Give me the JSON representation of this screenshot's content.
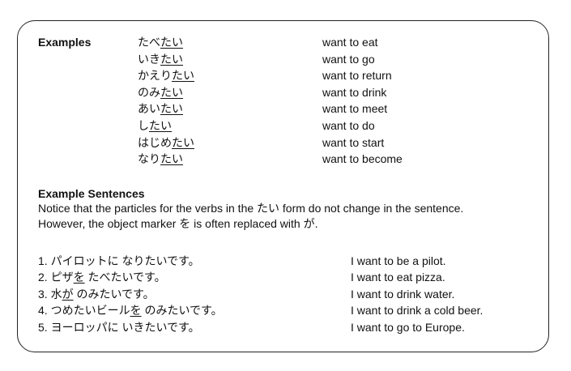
{
  "examples": {
    "heading": "Examples",
    "rows": [
      {
        "stem": "たべ",
        "suffix": "たい",
        "meaning": "want to eat"
      },
      {
        "stem": "いき",
        "suffix": "たい",
        "meaning": "want to go"
      },
      {
        "stem": "かえり",
        "suffix": "たい",
        "meaning": "want to return"
      },
      {
        "stem": "のみ",
        "suffix": "たい",
        "meaning": "want to drink"
      },
      {
        "stem": "あい",
        "suffix": "たい",
        "meaning": "want to meet"
      },
      {
        "stem": "し",
        "suffix": "たい",
        "meaning": "want to do"
      },
      {
        "stem": "はじめ",
        "suffix": "たい",
        "meaning": "want to start"
      },
      {
        "stem": "なり",
        "suffix": "たい",
        "meaning": "want to become"
      }
    ]
  },
  "sentences_section": {
    "heading": "Example Sentences",
    "note_line1": "Notice that the particles for the verbs in the たい form do not change in the sentence.",
    "note_line2": "However, the object marker を is often replaced with が.",
    "items": [
      {
        "pre": "1. パイロットに なりたいです。",
        "u": "",
        "post": "",
        "en": "I want to be a pilot."
      },
      {
        "pre": "2. ピザ",
        "u": "を",
        "post": " たべたいです。",
        "en": "I want to eat pizza."
      },
      {
        "pre": "3. 水",
        "u": "が",
        "post": " のみたいです。",
        "en": "I want to drink water."
      },
      {
        "pre": "4. つめたいビール",
        "u": "を",
        "post": " のみたいです。",
        "en": "I want to drink a cold beer."
      },
      {
        "pre": "5. ヨーロッパに いきたいです。",
        "u": "",
        "post": "",
        "en": "I want to go to Europe."
      }
    ]
  }
}
